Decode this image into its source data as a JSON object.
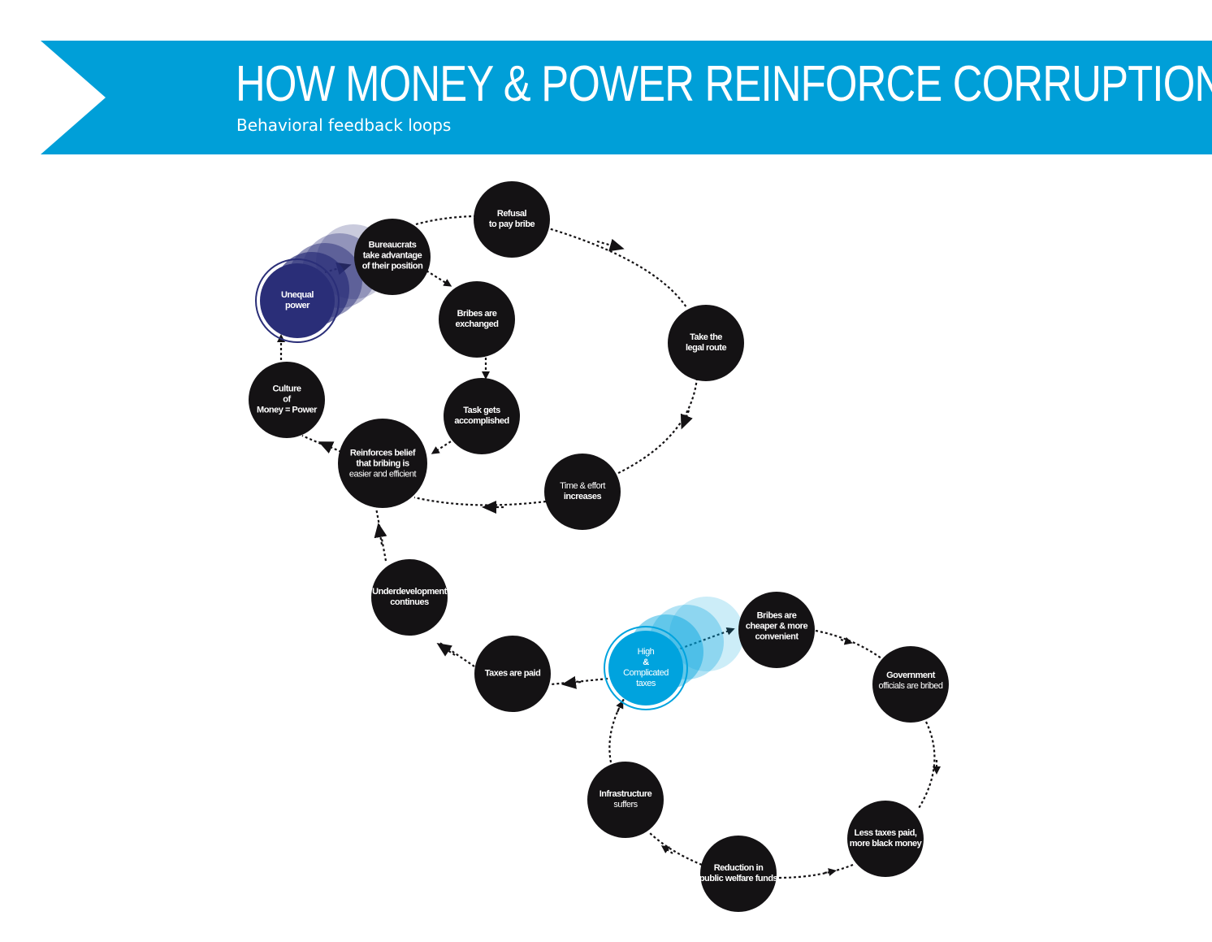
{
  "header": {
    "title": "HOW MONEY & POWER REINFORCE CORRUPTION",
    "subtitle": "Behavioral feedback loops",
    "color": "#009fd8"
  },
  "colors": {
    "node": "#141214",
    "unequal_power": "#2a2e78",
    "high_taxes": "#00a3de",
    "text": "#ffffff"
  },
  "nodes": {
    "refusal": [
      "Refusal",
      "to pay bribe"
    ],
    "bureaucrats": [
      "Bureaucrats",
      "take advantage",
      "of their position"
    ],
    "unequal_power": [
      "Unequal",
      "power"
    ],
    "bribes_exchanged": [
      "Bribes are",
      "exchanged"
    ],
    "legal_route": [
      "Take the",
      "legal route"
    ],
    "culture": [
      "Culture",
      "of",
      "Money = Power"
    ],
    "task": [
      "Task gets",
      "accomplished"
    ],
    "reinforces": [
      "Reinforces belief",
      "that bribing is",
      "easier and efficient"
    ],
    "time_effort": [
      "Time & effort",
      "increases"
    ],
    "underdevelopment": [
      "Underdevelopment",
      "continues"
    ],
    "taxes_paid": [
      "Taxes are paid"
    ],
    "high_taxes": [
      "High",
      "&",
      "Complicated",
      "taxes"
    ],
    "bribes_cheaper": [
      "Bribes are",
      "cheaper & more",
      "convenient"
    ],
    "officials_bribed": [
      "Government",
      "officials are bribed"
    ],
    "infrastructure": [
      "Infrastructure",
      "suffers"
    ],
    "less_taxes": [
      "Less taxes paid,",
      "more black money"
    ],
    "reduction": [
      "Reduction in",
      "public welfare funds"
    ]
  }
}
